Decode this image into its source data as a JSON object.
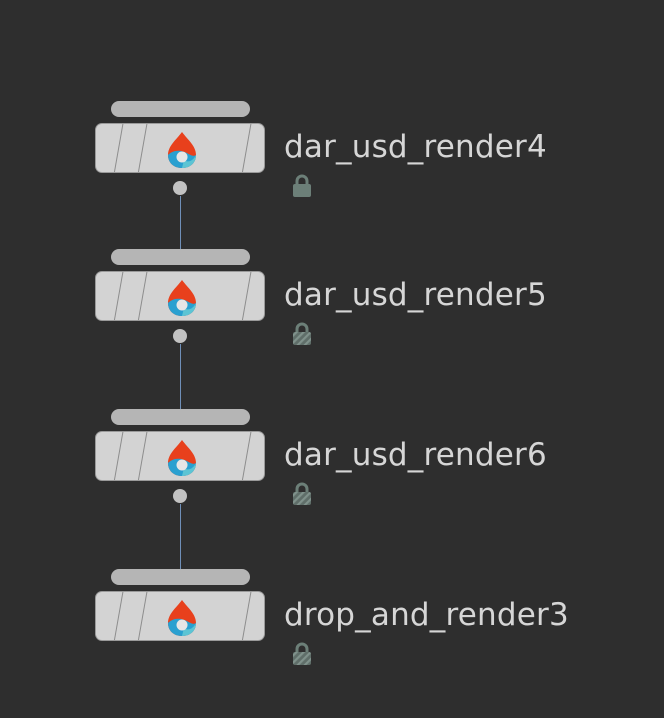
{
  "network": {
    "nodes": [
      {
        "name": "dar_usd_render4",
        "lock_state": "locked-solid",
        "has_output": true
      },
      {
        "name": "dar_usd_render5",
        "lock_state": "locked-hatched",
        "has_output": true
      },
      {
        "name": "dar_usd_render6",
        "lock_state": "locked-hatched",
        "has_output": true
      },
      {
        "name": "drop_and_render3",
        "lock_state": "locked-hatched",
        "has_output": false
      }
    ],
    "icon": "render-flame-icon",
    "colors": {
      "background": "#2e2e2e",
      "node_body": "#d3d3d3",
      "wire": "#6f8fb8",
      "flame_red": "#e8401c",
      "swirl_blue": "#2aa0d0",
      "lock": "#6c7f78"
    }
  }
}
